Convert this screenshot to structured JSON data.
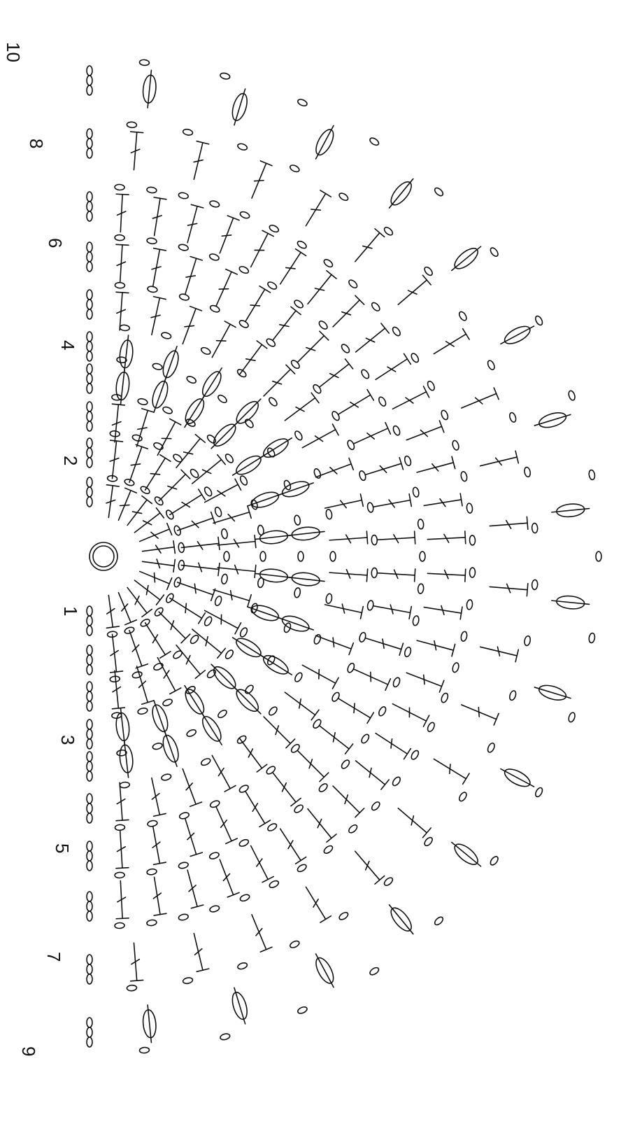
{
  "diagram": {
    "row_labels": [
      "10",
      "8",
      "6",
      "4",
      "2",
      "1",
      "3",
      "5",
      "7",
      "9"
    ],
    "colors": {
      "ink": "#111111",
      "background": "#ffffff"
    },
    "rows": [
      {
        "row": 1,
        "pattern": "dc"
      },
      {
        "row": 2,
        "pattern": "dc-fan"
      },
      {
        "row": 3,
        "pattern": "dc-fan"
      },
      {
        "row": 4,
        "pattern": "shell"
      },
      {
        "row": 5,
        "pattern": "puff"
      },
      {
        "row": 6,
        "pattern": "dc"
      },
      {
        "row": 7,
        "pattern": "dc"
      },
      {
        "row": 8,
        "pattern": "dc"
      },
      {
        "row": 9,
        "pattern": "dc-fan"
      },
      {
        "row": 10,
        "pattern": "puff"
      }
    ]
  }
}
